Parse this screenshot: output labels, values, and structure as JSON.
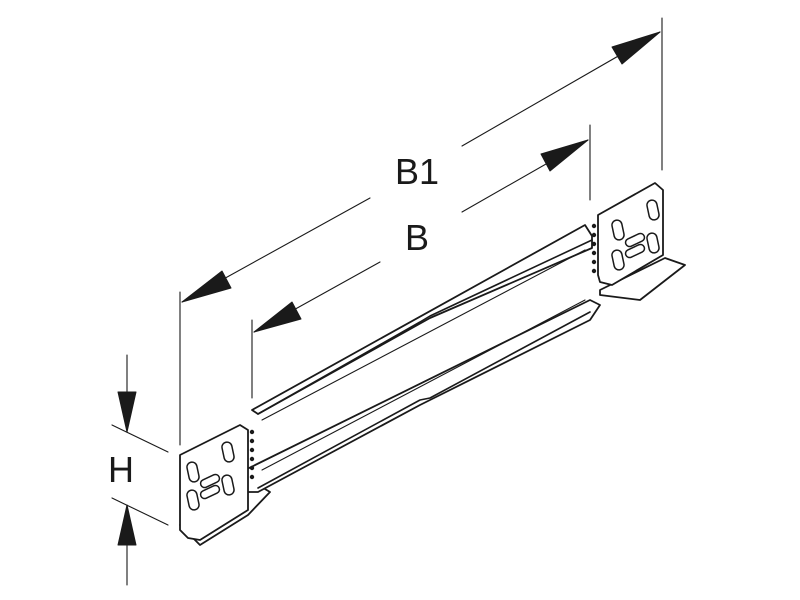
{
  "labels": {
    "b1": "B1",
    "b": "B",
    "h": "H"
  },
  "colors": {
    "ink": "#1a1a1a",
    "paper": "#ffffff"
  }
}
